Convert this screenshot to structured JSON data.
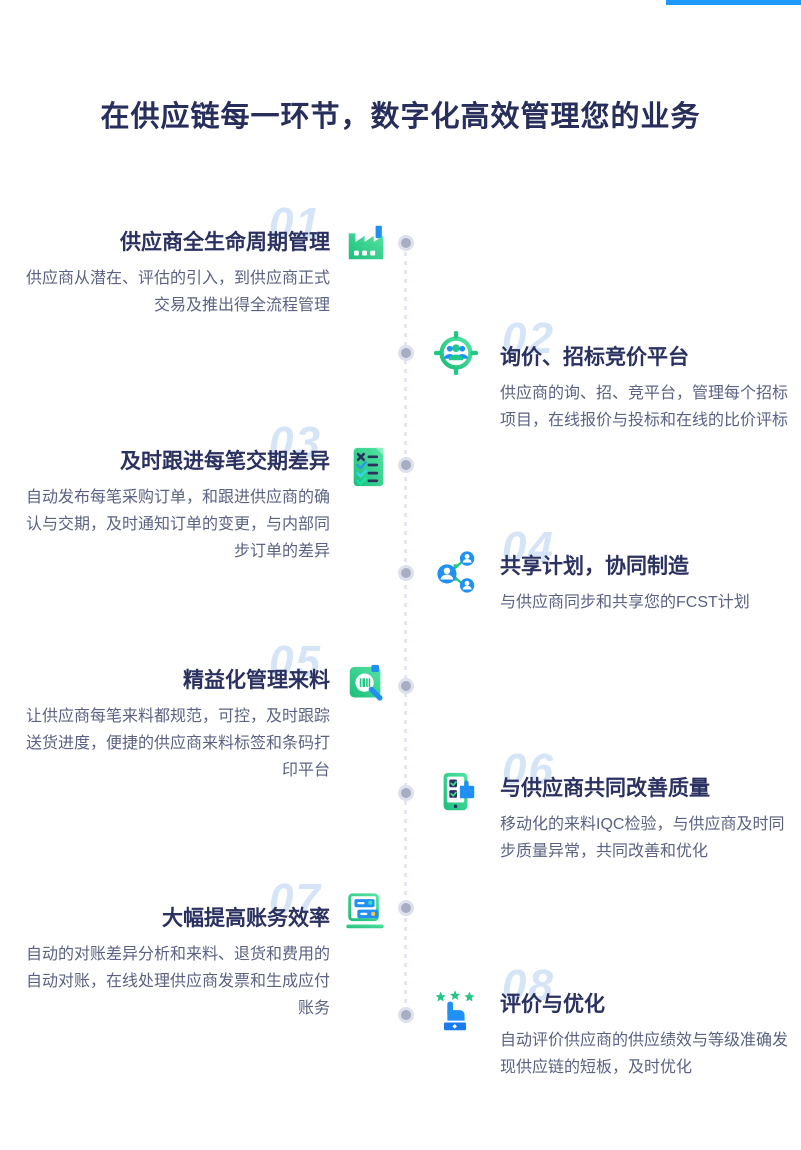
{
  "page": {
    "title": "在供应链每一环节，数字化高效管理您的业务"
  },
  "decor": {
    "top_bar_color": "#1E9AFF",
    "accent_green": "#21C883",
    "accent_blue": "#2090F5",
    "title_navy": "#272E5B",
    "desc_slate": "#5B6283",
    "number_blue": "#D5E4F6",
    "timeline_dot": "#A7AEC3",
    "timeline_line": "#E4E7F1"
  },
  "items": [
    {
      "number": "01",
      "side": "left",
      "icon": "factory-icon",
      "title": "供应商全生命周期管理",
      "desc": "供应商从潜在、评估的引入，到供应商正式交易及推出得全流程管理"
    },
    {
      "number": "02",
      "side": "right",
      "icon": "target-people-icon",
      "title": "询价、招标竞价平台",
      "desc": "供应商的询、招、竞平台，管理每个招标项目，在线报价与投标和在线的比价评标"
    },
    {
      "number": "03",
      "side": "left",
      "icon": "checklist-icon",
      "title": "及时跟进每笔交期差异",
      "desc": "自动发布每笔采购订单，和跟进供应商的确认与交期，及时通知订单的变更，与内部同步订单的差异"
    },
    {
      "number": "04",
      "side": "right",
      "icon": "share-network-icon",
      "title": "共享计划，协同制造",
      "desc": "与供应商同步和共享您的FCST计划"
    },
    {
      "number": "05",
      "side": "left",
      "icon": "barcode-scan-icon",
      "title": "精益化管理来料",
      "desc": "让供应商每笔来料都规范，可控，及时跟踪送货进度，便捷的供应商来料标签和条码打印平台"
    },
    {
      "number": "06",
      "side": "right",
      "icon": "mobile-inspection-icon",
      "title": "与供应商共同改善质量",
      "desc": "移动化的来料IQC检验，与供应商及时同步质量异常，共同改善和优化"
    },
    {
      "number": "07",
      "side": "left",
      "icon": "laptop-invoice-icon",
      "title": "大幅提高账务效率",
      "desc": "自动的对账差异分析和来料、退货和费用的自动对账，在线处理供应商发票和生成应付账务"
    },
    {
      "number": "08",
      "side": "right",
      "icon": "rating-hand-icon",
      "title": "评价与优化",
      "desc": "自动评价供应商的供应绩效与等级准确发现供应链的短板，及时优化"
    }
  ]
}
